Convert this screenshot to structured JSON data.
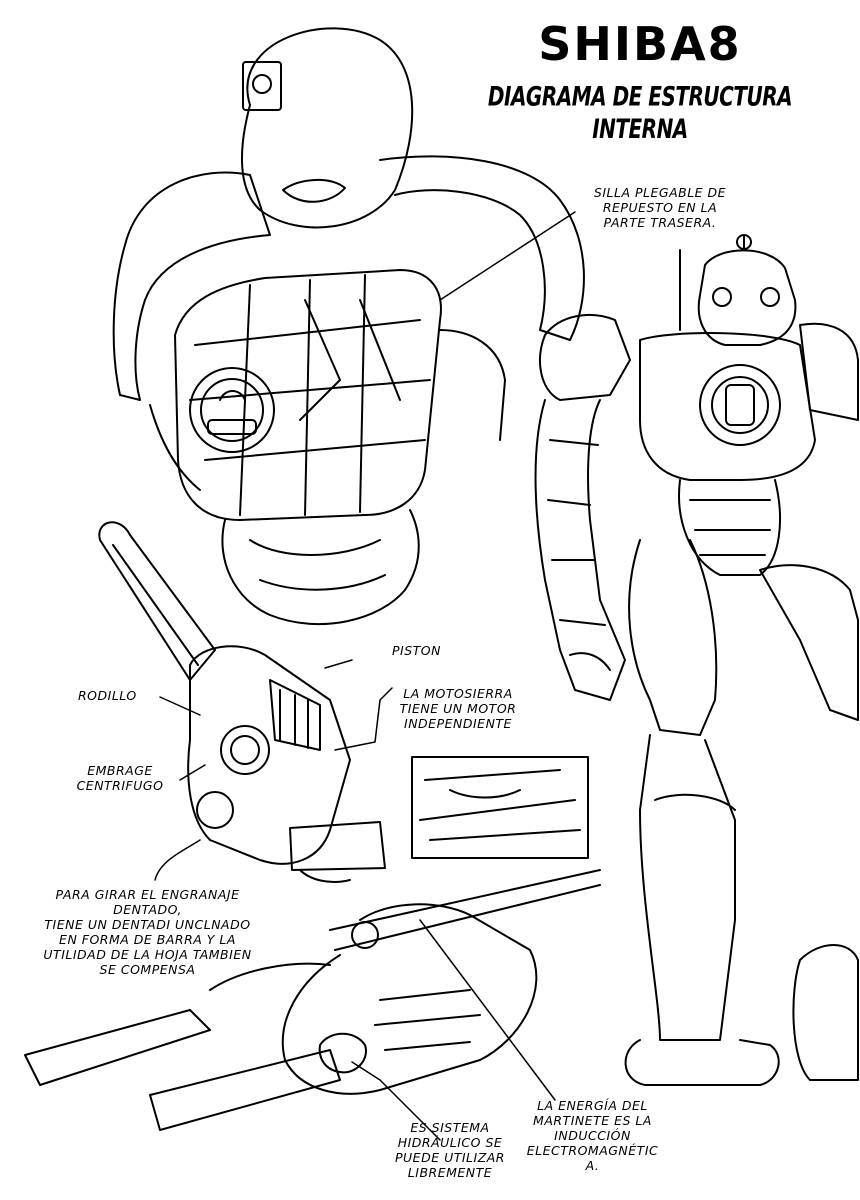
{
  "title": "SHIBA8",
  "subtitle": "DIAGRAMA DE ESTRUCTURA INTERNA",
  "labels": {
    "silla": "SILLA PLEGABLE DE\nREPUESTO EN LA\nPARTE TRASERA.",
    "piston": "PISTON",
    "rodillo": "RODILLO",
    "motosierra": "LA MOTOSIERRA\nTIENE UN MOTOR\nINDEPENDIENTE",
    "embrage": "EMBRAGE\nCENTRIFUGO",
    "engranaje": "PARA GIRAR EL ENGRANAJE\nDENTADO,\nTIENE UN DENTADI UNCLNADO\nEN FORMA DE BARRA Y LA\nUTILIDAD DE LA HOJA TAMBIEN\nSE COMPENSA",
    "hidraulico": "ES SISTEMA\nHIDRÁULICO SE\nPUEDE UTILIZAR\nLIBREMENTE",
    "energia": "LA ENERGÍA DEL\nMARTINETE ES LA\nINDUCCIÓN\nELECTROMAGNÉTIC\nA."
  }
}
